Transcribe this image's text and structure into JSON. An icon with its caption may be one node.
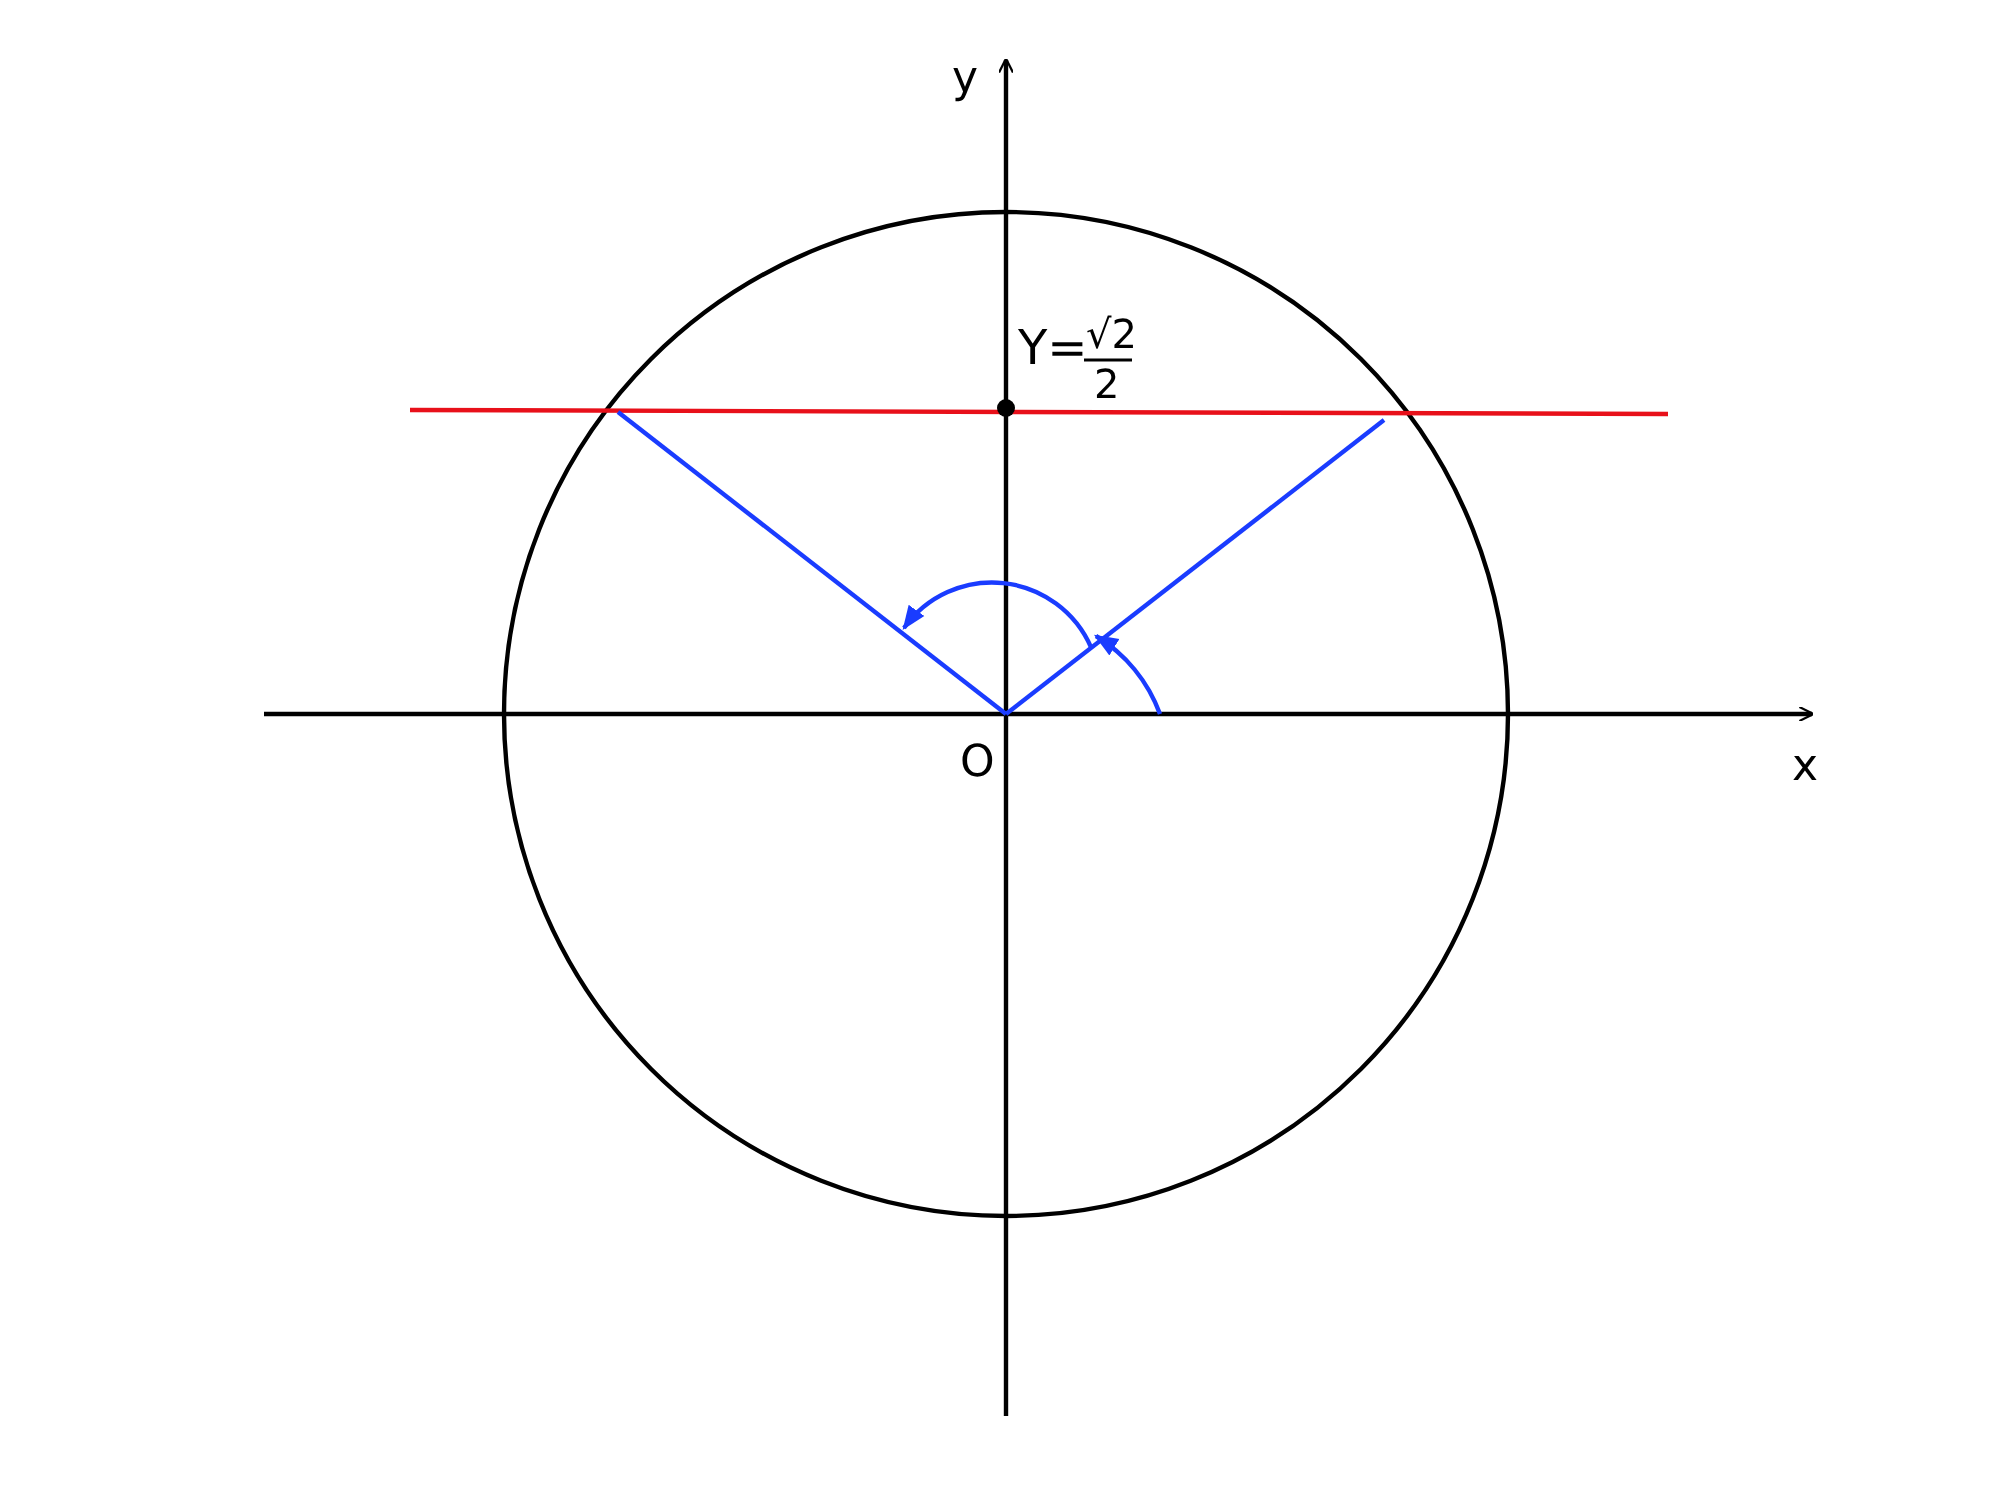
{
  "diagram": {
    "labels": [
      "y",
      "Y=",
      "√2",
      "2",
      "O",
      "x"
    ]
  }
}
